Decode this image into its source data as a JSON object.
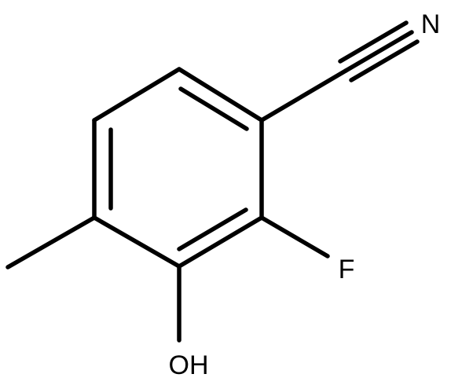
{
  "molecule": {
    "atoms": {
      "nitrogen": "N",
      "fluorine": "F",
      "hydroxyl": "OH"
    },
    "colors": {
      "bond": "#000000",
      "label": "#000000",
      "background": "#ffffff"
    }
  }
}
